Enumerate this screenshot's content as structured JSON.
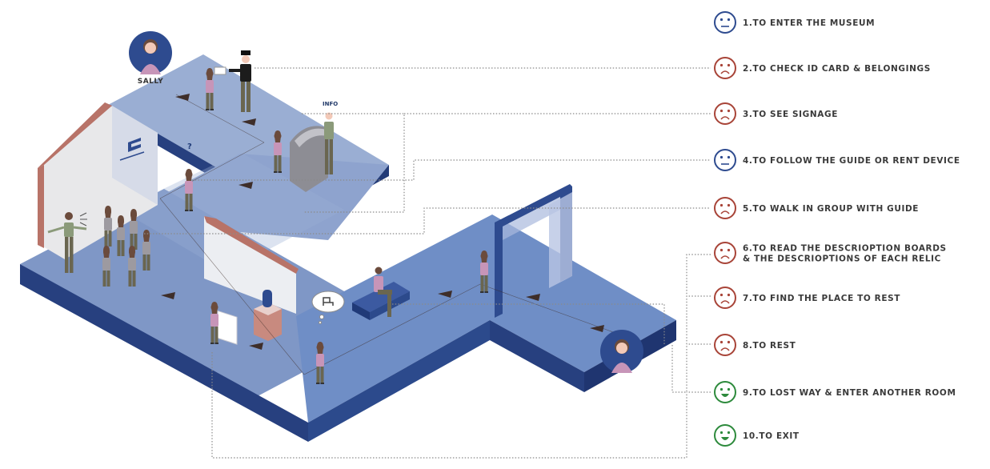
{
  "character": {
    "name": "SALLY"
  },
  "signs": {
    "info": "INFO",
    "question": "?"
  },
  "colors": {
    "floor_top_light": "#9aaed3",
    "floor_top": "#7f97c6",
    "floor_side": "#27407f",
    "wall_edge": "#b87368",
    "neutral": "#2e4b8f",
    "negative": "#a84438",
    "positive": "#2d8a3c"
  },
  "journey": [
    {
      "label": "1.TO ENTER THE MUSEUM",
      "mood": "neutral"
    },
    {
      "label": "2.TO CHECK ID CARD & BELONGINGS",
      "mood": "negative"
    },
    {
      "label": "3.TO SEE SIGNAGE",
      "mood": "negative"
    },
    {
      "label": "4.TO FOLLOW THE GUIDE OR RENT DEVICE",
      "mood": "neutral"
    },
    {
      "label": "5.TO WALK IN GROUP WITH GUIDE",
      "mood": "negative"
    },
    {
      "label": [
        "6.TO READ THE DESCRIOPTION BOARDS",
        "& THE DESCRIOPTIONS OF EACH RELIC"
      ],
      "mood": "negative"
    },
    {
      "label": "7.TO FIND THE PLACE TO REST",
      "mood": "negative"
    },
    {
      "label": "8.TO REST",
      "mood": "negative"
    },
    {
      "label": "9.TO LOST WAY & ENTER ANOTHER ROOM",
      "mood": "positive"
    },
    {
      "label": "10.TO EXIT",
      "mood": "positive"
    }
  ]
}
